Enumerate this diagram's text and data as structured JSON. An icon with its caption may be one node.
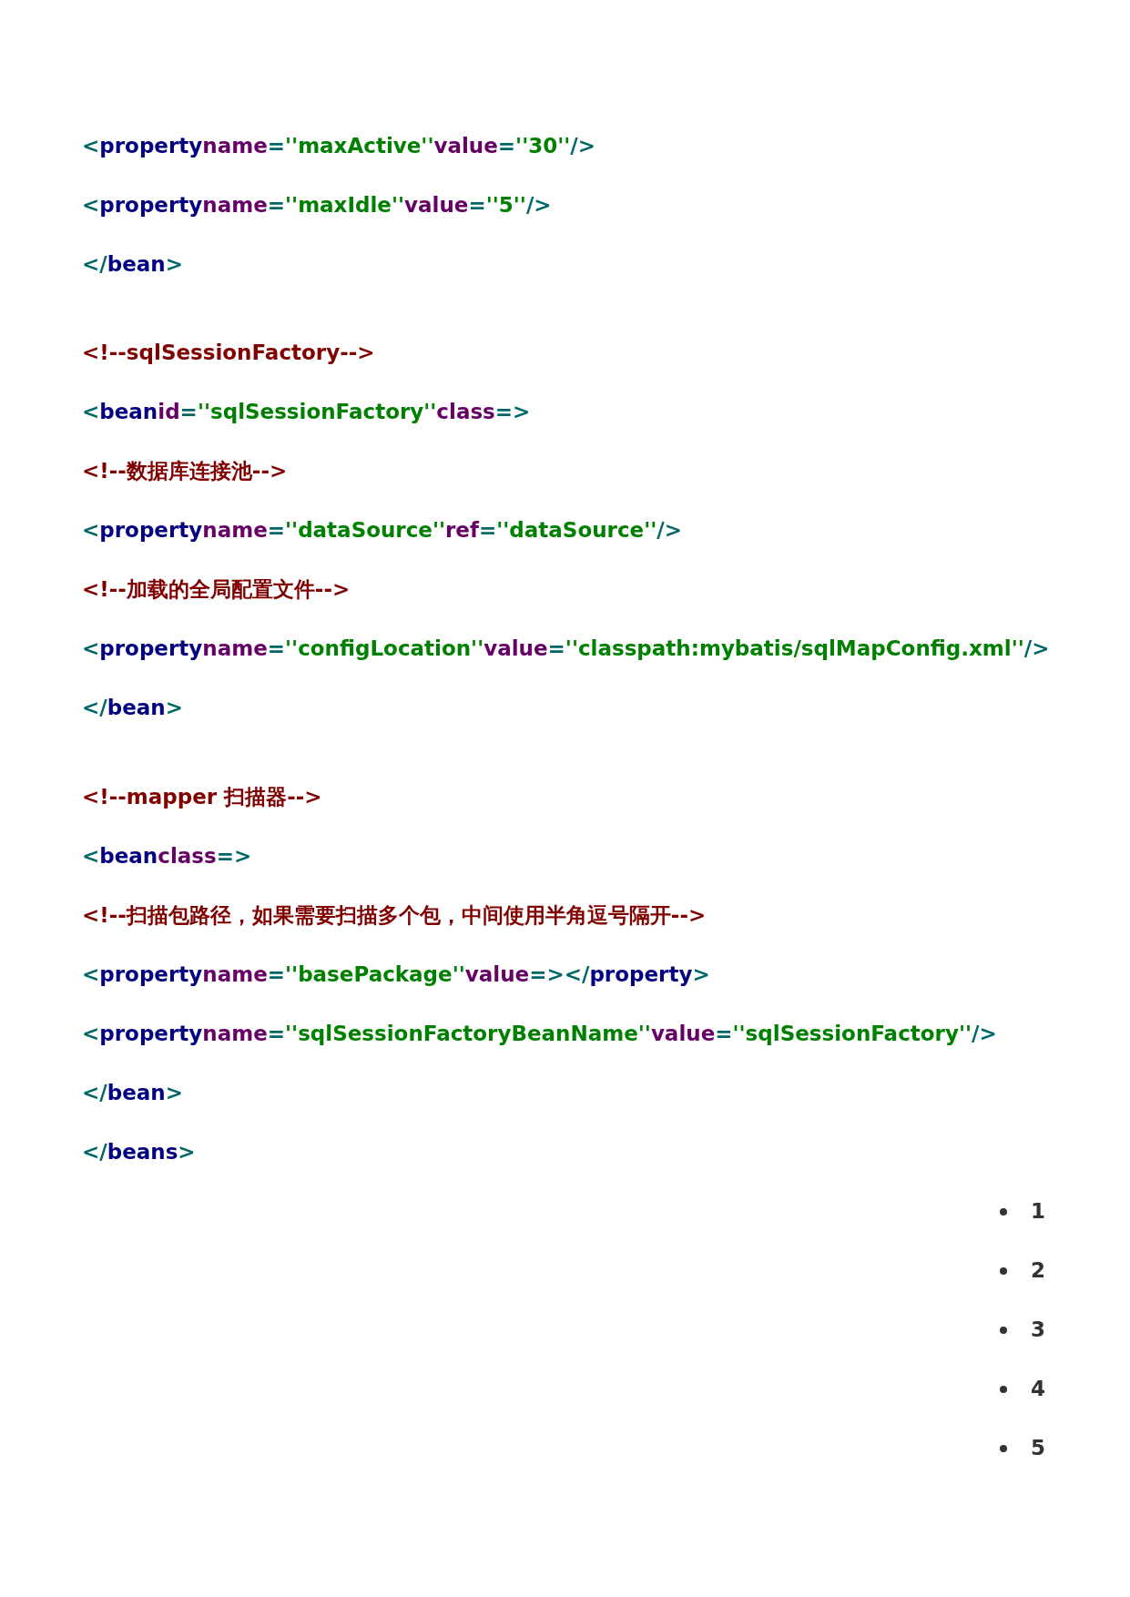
{
  "diagram": {
    "labels": [
      "<propertyname=''maxActive''value=''30''/>",
      "<propertyname=''maxIdle''value=''5''/>",
      "</bean>",
      "<!--sqlSessionFactory-->",
      "<beanid=''sqlSessionFactory''class=>",
      "<!--数据库连接池-->",
      "<propertyname=''dataSource''ref=''dataSource''/>",
      "<!--加载的全局配置文件-->",
      "<propertyname=''configLocation''value=''classpath:mybatis/sqlMapConfig.xml''/>",
      "</bean>",
      "<!--mapper 扫描器-->",
      "<beanclass=>",
      "<!--扫描包路径，如果需要扫描多个包，中间使用半角逗号隔开-->",
      "<propertyname=''basePackage''value=></property>",
      "<propertyname=''sqlSessionFactoryBeanName''value=''sqlSessionFactory''/>",
      "</bean>",
      "</beans>",
      "1",
      "2",
      "3",
      "4",
      "5"
    ]
  }
}
